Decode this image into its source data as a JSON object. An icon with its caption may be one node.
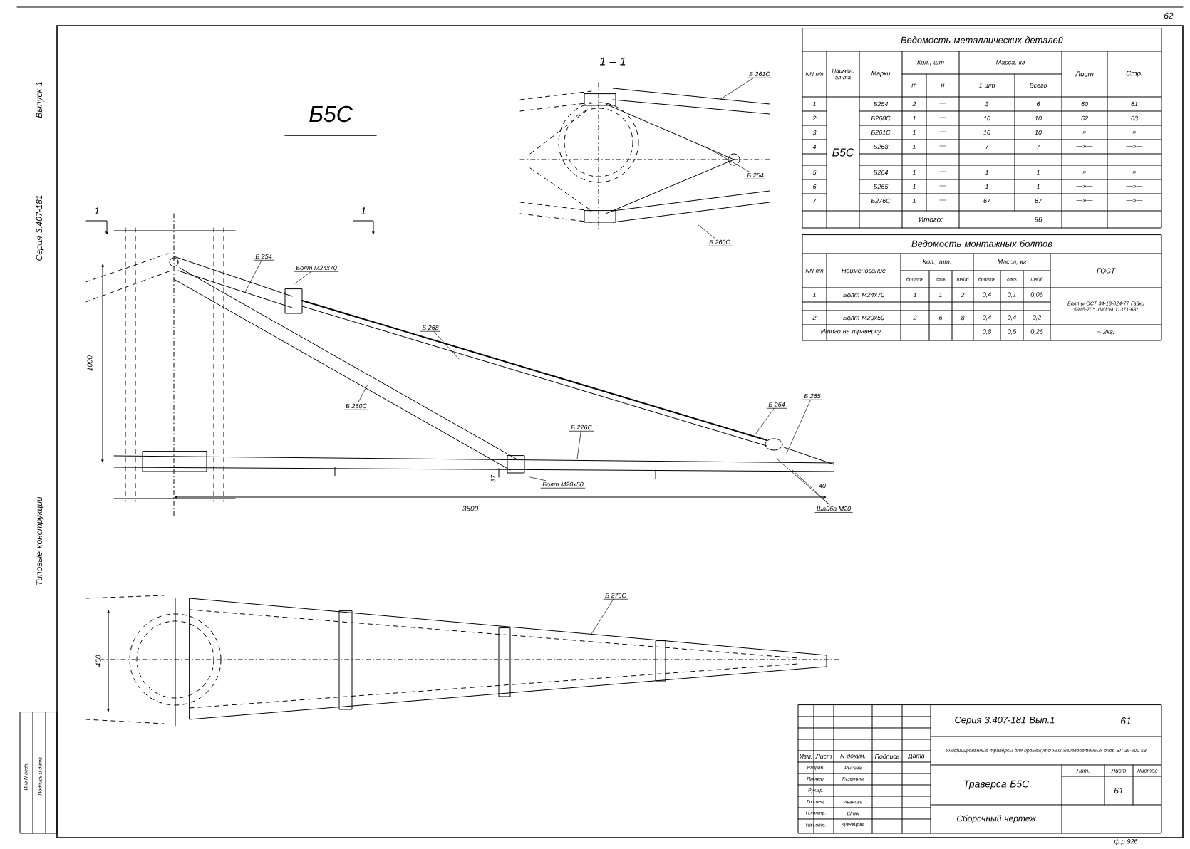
{
  "diagram": {
    "nodes": [
      {
        "text": [
          "Б 261С"
        ]
      },
      {
        "text": [
          "Б 254"
        ]
      },
      {
        "text": [
          "Б 260С"
        ]
      },
      {
        "text": [
          "Б 254"
        ]
      },
      {
        "text": [
          "Болт М24х70"
        ]
      },
      {
        "text": [
          "Б 268"
        ]
      },
      {
        "text": [
          "Б 260С"
        ]
      },
      {
        "text": [
          "Б 276С"
        ]
      },
      {
        "text": [
          "Б 264"
        ]
      },
      {
        "text": [
          "Б 265"
        ]
      },
      {
        "text": [
          "Болт М20х50"
        ]
      },
      {
        "text": [
          "Шайба М20"
        ]
      },
      {
        "text": [
          "Б 276С"
        ]
      }
    ],
    "edges": [
      {
        "from": 0,
        "to": null,
        "arrow": "none"
      },
      {
        "from": 1,
        "to": null,
        "arrow": "none"
      },
      {
        "from": 2,
        "to": null,
        "arrow": "none"
      },
      {
        "from": 3,
        "to": null,
        "arrow": "none"
      },
      {
        "from": 4,
        "to": null,
        "arrow": "none"
      },
      {
        "from": 5,
        "to": null,
        "arrow": "none"
      },
      {
        "from": 6,
        "to": null,
        "arrow": "none"
      },
      {
        "from": 7,
        "to": null,
        "arrow": "none"
      },
      {
        "from": 8,
        "to": null,
        "arrow": "none"
      },
      {
        "from": 9,
        "to": null,
        "arrow": "none"
      },
      {
        "from": 10,
        "to": null,
        "arrow": "none"
      },
      {
        "from": 11,
        "to": null,
        "arrow": "none"
      },
      {
        "from": 11,
        "to": null,
        "arrow": "none"
      },
      {
        "from": 12,
        "to": null,
        "arrow": "none"
      }
    ],
    "labels": [
      "Б5С",
      "1 – 1",
      "1",
      "1",
      "1000",
      "3500",
      "37",
      "40",
      "450",
      "Ведомость металлических деталей",
      "NN п/п",
      "Наимен. эл-та",
      "Марки",
      "Кол., шт",
      "Масса, кг",
      "Лист",
      "Стр.",
      "т",
      "н",
      "1 шт",
      "Всего",
      "Б5С",
      "1",
      "Б254",
      "2",
      "—",
      "3",
      "6",
      "60",
      "61",
      "2",
      "Б260С",
      "1",
      "—",
      "10",
      "10",
      "62",
      "63",
      "3",
      "Б261С",
      "1",
      "—",
      "10",
      "10",
      "—»—",
      "—»—",
      "4",
      "Б268",
      "1",
      "—",
      "7",
      "7",
      "—»—",
      "—»—",
      "5",
      "Б264",
      "1",
      "—",
      "1",
      "1",
      "—»—",
      "—»—",
      "6",
      "Б265",
      "1",
      "—",
      "1",
      "1",
      "—»—",
      "—»—",
      "7",
      "Б276С",
      "1",
      "—",
      "67",
      "67",
      "—»—",
      "—»—",
      "Итого:",
      "96",
      "Ведомость монтажных болтов",
      "NN п/п",
      "Наименование",
      "Кол., шт.",
      "Масса, кг",
      "ГОСТ",
      "болтов",
      "гаек",
      "шайб",
      "болтов",
      "гаек",
      "шайб",
      "1",
      "Болт М24х70",
      "1",
      "1",
      "2",
      "0,4",
      "0,1",
      "0,06",
      "2",
      "Болт М20х50",
      "2",
      "6",
      "8",
      "0,4",
      "0,4",
      "0,2",
      "Болты ОСТ 34-13-024-77 Гайки 5915-70* Шайбы 11371-68*",
      "Итого на траверсу",
      "0,8",
      "0,5",
      "0,26",
      "~ 2кг.",
      "Серия 3.407-181 Вып.1",
      "61",
      "Унифицированные траверсы для промежуточных железобетонных опор ВЛ 35-500 кВ",
      "Изм.",
      "Лист",
      "N докум.",
      "Подпись",
      "Дата",
      "Разраб.",
      "Рысева",
      "Провер.",
      "Кузьмина",
      "Рук.гр.",
      "Гл.спец.",
      "Иванова",
      "Н.контр.",
      "Шпак",
      "Нач.отд.",
      "Кузнецова",
      "Траверса Б5С",
      "Сборочный чертеж",
      "Лит.",
      "Лист",
      "Листов",
      "61",
      "ф.р 926",
      "62",
      "Серия 3.407-181",
      "Выпуск 1",
      "Типовые конструкции",
      "Инв.N подл.",
      "Подпись и дата"
    ]
  }
}
